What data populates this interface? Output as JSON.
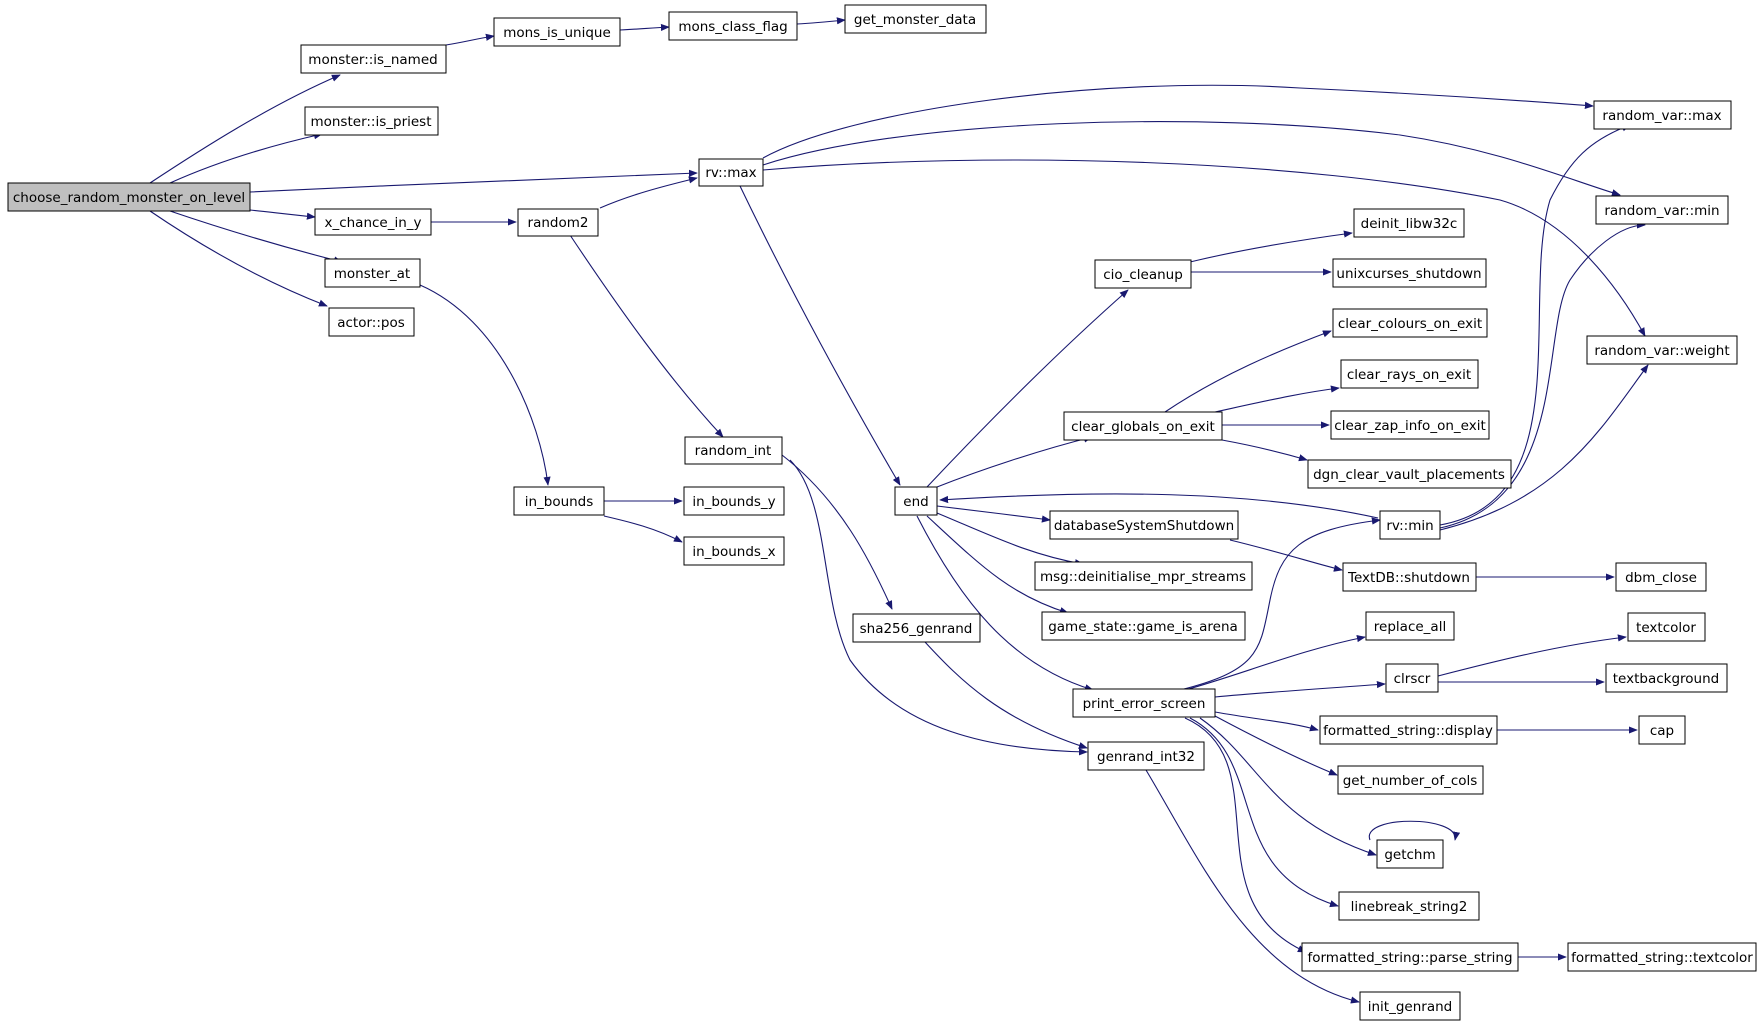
{
  "nodes": {
    "choose_random_monster_on_level": "choose_random_monster_on_level",
    "monster_is_named": "monster::is_named",
    "monster_is_priest": "monster::is_priest",
    "x_chance_in_y": "x_chance_in_y",
    "monster_at": "monster_at",
    "actor_pos": "actor::pos",
    "mons_is_unique": "mons_is_unique",
    "mons_class_flag": "mons_class_flag",
    "get_monster_data": "get_monster_data",
    "rv_max": "rv::max",
    "random2": "random2",
    "random_int": "random_int",
    "in_bounds": "in_bounds",
    "in_bounds_y": "in_bounds_y",
    "in_bounds_x": "in_bounds_x",
    "end": "end",
    "sha256_genrand": "sha256_genrand",
    "genrand_int32": "genrand_int32",
    "init_genrand": "init_genrand",
    "cio_cleanup": "cio_cleanup",
    "deinit_libw32c": "deinit_libw32c",
    "unixcurses_shutdown": "unixcurses_shutdown",
    "clear_globals_on_exit": "clear_globals_on_exit",
    "clear_colours_on_exit": "clear_colours_on_exit",
    "clear_rays_on_exit": "clear_rays_on_exit",
    "clear_zap_info_on_exit": "clear_zap_info_on_exit",
    "dgn_clear_vault_placements": "dgn_clear_vault_placements",
    "databaseSystemShutdown": "databaseSystemShutdown",
    "msg_deinitialise_mpr_streams": "msg::deinitialise_mpr_streams",
    "game_state_game_is_arena": "game_state::game_is_arena",
    "print_error_screen": "print_error_screen",
    "rv_min": "rv::min",
    "textdb_shutdown": "TextDB::shutdown",
    "dbm_close": "dbm_close",
    "replace_all": "replace_all",
    "clrscr": "clrscr",
    "textcolor": "textcolor",
    "textbackground": "textbackground",
    "formatted_string_display": "formatted_string::display",
    "cap": "cap",
    "get_number_of_cols": "get_number_of_cols",
    "getchm": "getchm",
    "linebreak_string2": "linebreak_string2",
    "formatted_string_parse_string": "formatted_string::parse_string",
    "formatted_string_textcolor": "formatted_string::textcolor",
    "random_var_max": "random_var::max",
    "random_var_min": "random_var::min",
    "random_var_weight": "random_var::weight"
  },
  "colors": {
    "edge": "#191970",
    "root_fill": "#bfbfbf",
    "node_fill": "#ffffff",
    "node_border": "#000000"
  }
}
